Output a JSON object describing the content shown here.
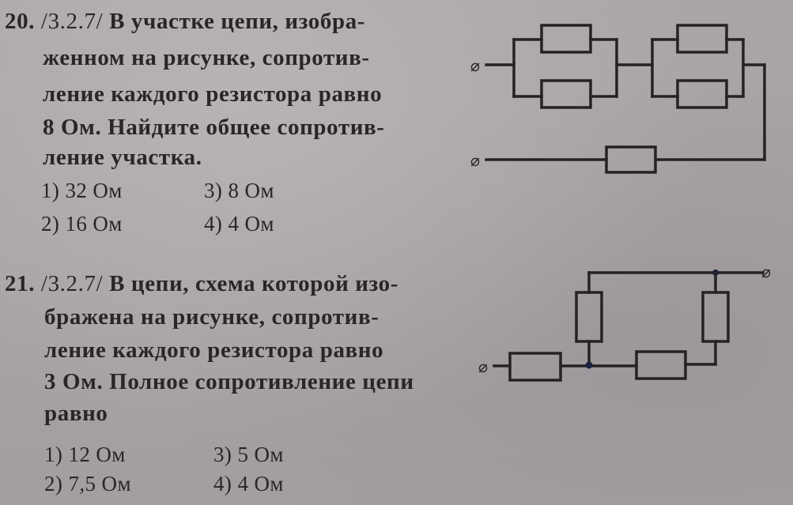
{
  "problems": [
    {
      "number": "20.",
      "code": "/3.2.7/",
      "lines": [
        "В участке цепи, изобра-",
        "женном на рисунке, сопротив-",
        "ление каждого резистора равно",
        "8 Ом. Найдите общее сопротив-",
        "ление участка."
      ],
      "answers": [
        "1) 32 Ом",
        "3) 8 Ом",
        "2) 16 Ом",
        "4) 4 Ом"
      ],
      "terminal_symbol": "⌀"
    },
    {
      "number": "21.",
      "code": "/3.2.7/",
      "lines": [
        "В цепи, схема которой изо-",
        "бражена на рисунке, сопротив-",
        "ление каждого резистора равно",
        "3 Ом. Полное сопротивление цепи",
        "равно"
      ],
      "answers": [
        "1) 12 Ом",
        "3) 5 Ом",
        "2) 7,5 Ом",
        "4) 4 Ом"
      ],
      "terminal_symbol": "⌀"
    }
  ]
}
